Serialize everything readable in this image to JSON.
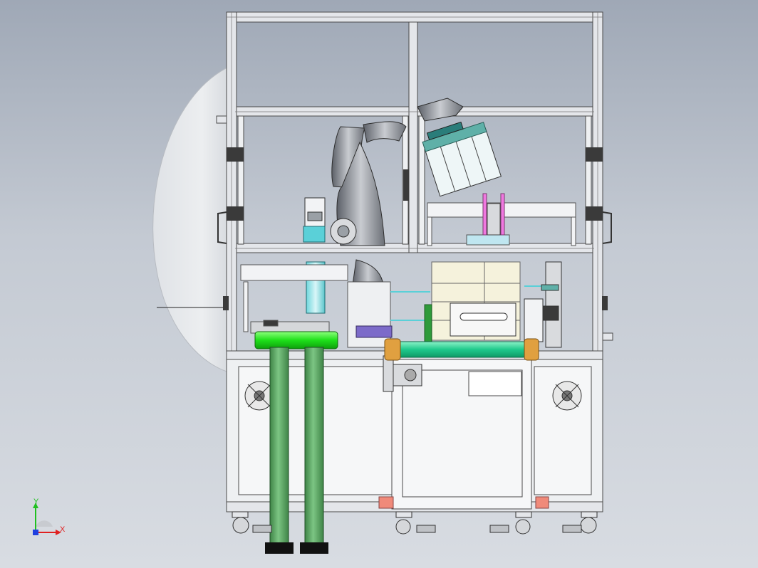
{
  "app": {
    "name": "",
    "view": "front"
  },
  "scene": {
    "description_visible": "",
    "background_top_color": "#9fa8b6",
    "background_bottom_color": "#d8dce2",
    "frame_color": "#e4e6ea",
    "frame_edge_color": "#4a4a4a",
    "panel_color": "#eef0f2",
    "robot_color": "#8a8d93",
    "gripper_color": "#5fb0a8",
    "column_color": "#4f9a57",
    "roller_color": "#2fd39a",
    "bar_green_color": "#22e01c",
    "accent_cyan": "#5ad0d8",
    "accent_purple": "#7c6bc9",
    "accent_pink": "#f078e0",
    "accent_orange": "#e0a040",
    "accent_red": "#f08a7a"
  },
  "triad": {
    "x_label": "X",
    "y_label": "Y",
    "x_color": "#e02020",
    "y_color": "#20c020",
    "z_color": "#2040e0"
  }
}
